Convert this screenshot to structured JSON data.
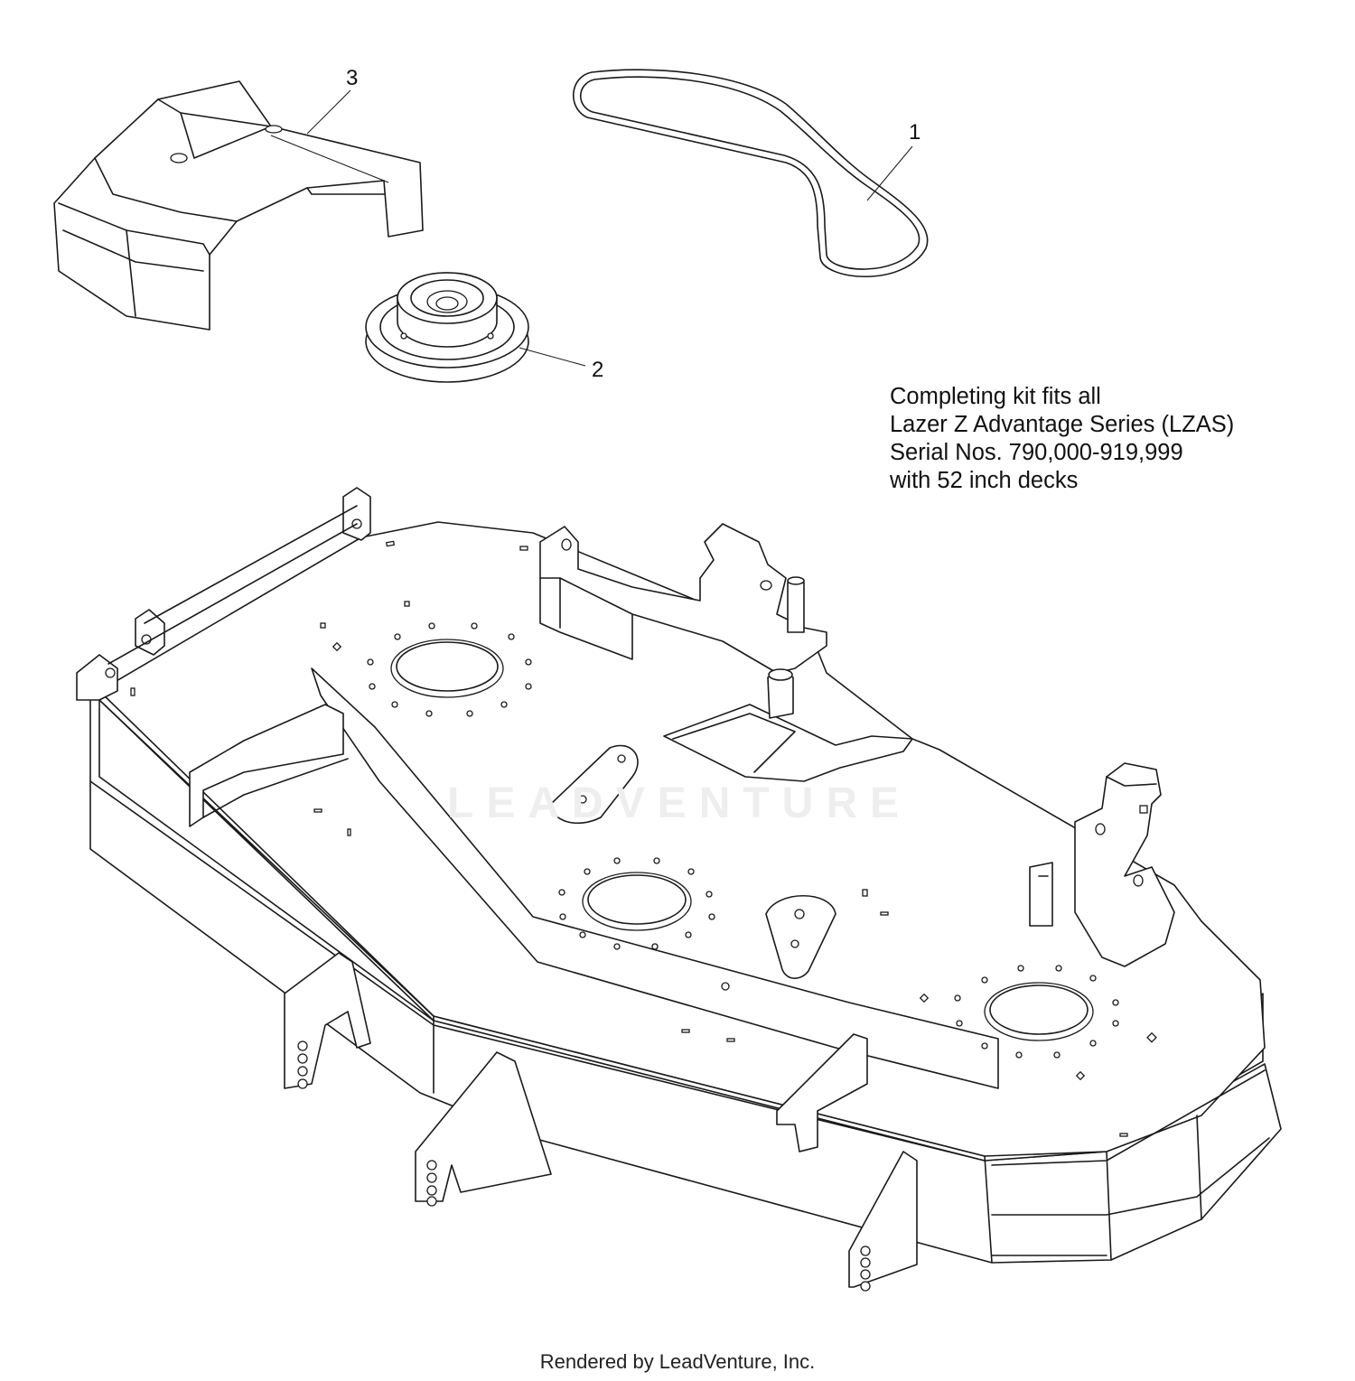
{
  "callouts": {
    "item1": "1",
    "item2": "2",
    "item3": "3"
  },
  "kit_note": {
    "line1": "Completing kit fits all",
    "line2": "Lazer Z Advantage Series (LZAS)",
    "line3": "Serial Nos. 790,000-919,999",
    "line4": "with 52 inch decks"
  },
  "watermark": "LEADVENTURE",
  "footer": "Rendered by LeadVenture, Inc.",
  "colors": {
    "line": "#1a1a1a",
    "background": "#ffffff",
    "watermark": "#eeeeee"
  }
}
